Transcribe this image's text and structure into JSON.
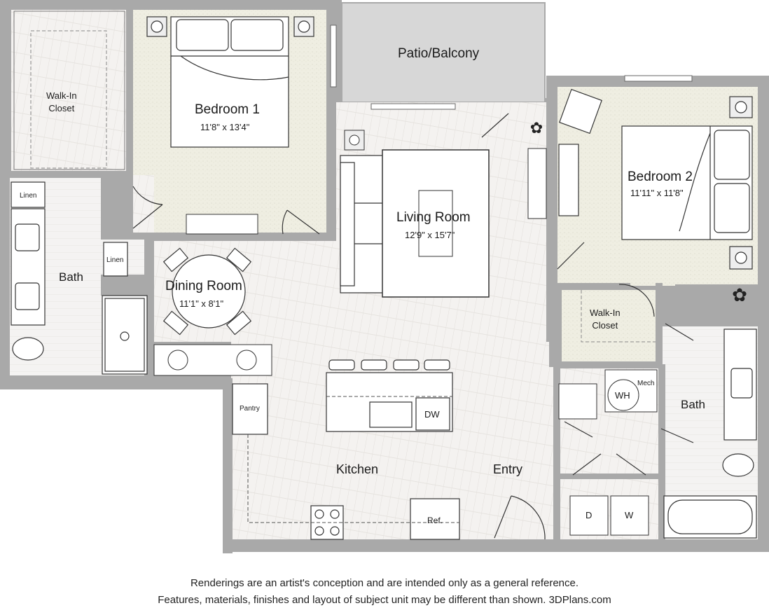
{
  "rooms": {
    "patio": {
      "name": "Patio/Balcony"
    },
    "walkin_closet_1": {
      "name_line1": "Walk-In",
      "name_line2": "Closet"
    },
    "bedroom1": {
      "name": "Bedroom 1",
      "dims": "11'8\" x 13'4\""
    },
    "living": {
      "name": "Living Room",
      "dims": "12'9\" x 15'7\""
    },
    "bedroom2": {
      "name": "Bedroom 2",
      "dims": "11'11\" x 11'8\""
    },
    "walkin_closet_2": {
      "name_line1": "Walk-In",
      "name_line2": "Closet"
    },
    "dining": {
      "name": "Dining Room",
      "dims": "11'1\" x 8'1\""
    },
    "bath1": {
      "name": "Bath"
    },
    "bath2": {
      "name": "Bath"
    },
    "kitchen": {
      "name": "Kitchen"
    },
    "entry": {
      "name": "Entry"
    }
  },
  "fixtures": {
    "linen_top": "Linen",
    "linen_mid": "Linen",
    "pantry": "Pantry",
    "dishwasher": "DW",
    "refrigerator": "Ref.",
    "water_heater": "WH",
    "mech": "Mech",
    "dryer": "D",
    "washer": "W"
  },
  "footer": {
    "line1": "Renderings are an artist's conception and are intended only as a general reference.",
    "line2": "Features, materials, finishes and layout of subject unit may be different than shown. 3DPlans.com"
  },
  "colors": {
    "wall": "#a9a9a9",
    "floor_wood": "#f3f1ef",
    "carpet": "#efefe4",
    "patio": "#d7d7d7",
    "line": "#333333"
  }
}
